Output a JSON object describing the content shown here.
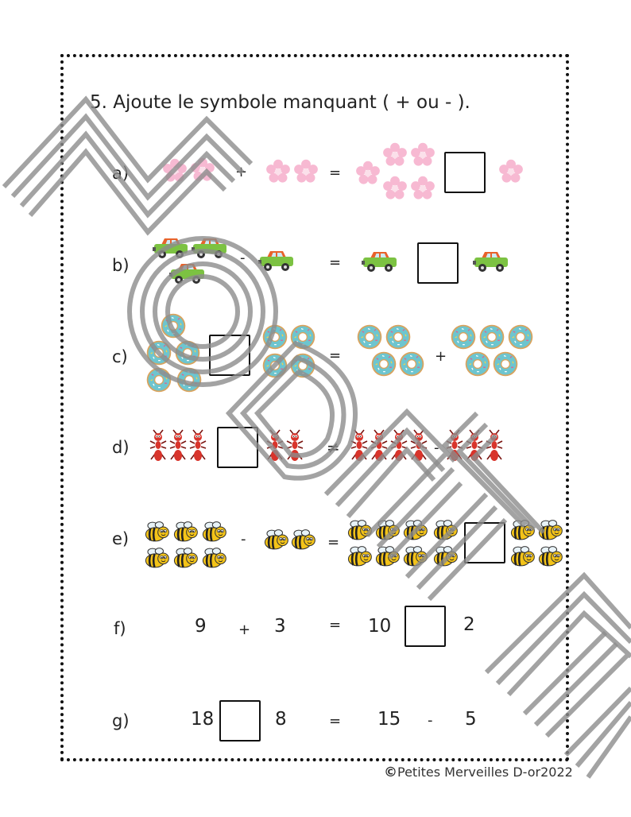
{
  "title": "5.  Ajoute le symbole manquant ( + ou - ).",
  "footer": {
    "symbol": "©",
    "text": "Petites Merveilles D-or2022"
  },
  "rows": {
    "a": {
      "label": "a)",
      "op1": "+",
      "eq": "="
    },
    "b": {
      "label": "b)",
      "op1": "-",
      "eq": "="
    },
    "c": {
      "label": "c)",
      "eq": "=",
      "op2": "+"
    },
    "d": {
      "label": "d)",
      "eq": "≠",
      "op2": "-"
    },
    "e": {
      "label": "e)",
      "op1": "-",
      "eq": "="
    },
    "f": {
      "label": "f)",
      "n1": "9",
      "op1": "+",
      "n2": "3",
      "eq": "=",
      "n3": "10",
      "n4": "2"
    },
    "g": {
      "label": "g)",
      "n1": "18",
      "n2": "8",
      "eq": "=",
      "n3": "15",
      "op2": "-",
      "n4": "5"
    }
  },
  "icons": {
    "a": "flower-icon",
    "b": "car-icon",
    "c": "donut-icon",
    "d": "ant-icon",
    "e": "bee-icon"
  },
  "colors": {
    "flower": "#f7b9d2",
    "car_body": "#7cc242",
    "car_top": "#e8632b",
    "donut_icing": "#6dc5cf",
    "donut_dough": "#d9a35e",
    "ant": "#d8342b",
    "bee": "#f3c318",
    "watermark": "#8c8c8c"
  }
}
